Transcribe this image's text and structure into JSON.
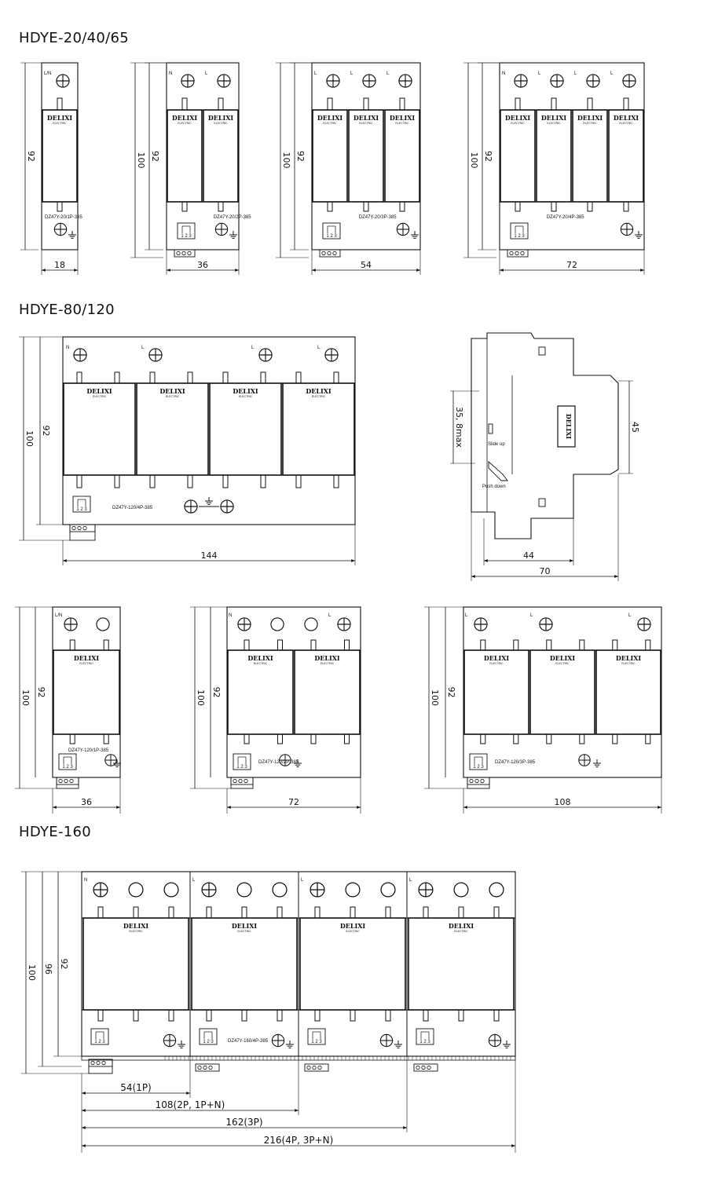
{
  "sections": [
    {
      "title": "HDYE-20/40/65"
    },
    {
      "title": "HDYE-80/120"
    },
    {
      "title": "HDYE-160"
    }
  ],
  "labels": {
    "brand": "DELIXI",
    "brand_sub": "ELECTRIC",
    "terminal_n": "N",
    "terminal_l": "L",
    "terminal_ln": "L/N",
    "signal": "1 2 3",
    "side_brand": "DELIXI"
  },
  "models": {
    "m1": "DZ47Y-20/1P-385",
    "m2": "DZ47Y-20/2P-385",
    "m3": "DZ47Y-20/3P-385",
    "m4": "DZ47Y-20/4P-385",
    "m5": "DZ47Y-120/4P-385",
    "m6": "DZ47Y-120/1P-385",
    "m7": "DZ47Y-120/2P-385",
    "m8": "DZ47Y-120/3P-385",
    "m9": "DZ47Y-160/4P-385"
  },
  "dims": {
    "h100": "100",
    "h96": "96",
    "h92": "92",
    "w18": "18",
    "w36": "36",
    "w54": "54",
    "w72": "72",
    "w108": "108",
    "w144": "144",
    "side_h": "35, 8max",
    "side_45": "45",
    "side_44": "44",
    "side_70": "70",
    "w54_1p": "54(1P)",
    "w108_2p": "108(2P, 1P+N)",
    "w162_3p": "162(3P)",
    "w216_4p": "216(4P, 3P+N)"
  },
  "side_note": {
    "line1": "Slide up",
    "line2": "Push down"
  }
}
